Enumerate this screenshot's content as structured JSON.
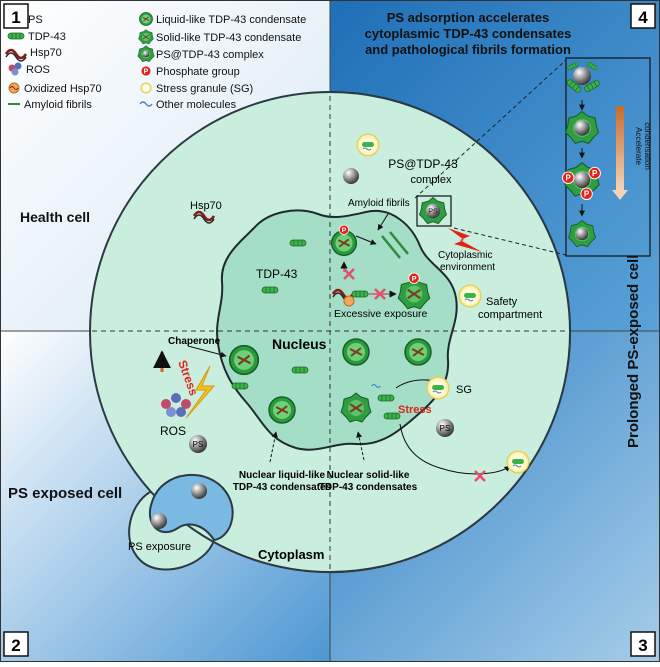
{
  "quadrants": [
    {
      "number": "1",
      "title": "Health cell"
    },
    {
      "number": "2",
      "title": "PS exposed cell"
    },
    {
      "number": "3",
      "title": "Prolonged PS-exposed cell"
    },
    {
      "number": "4",
      "title": "PS adsorption accelerates cytoplasmic TDP-43 condensates and pathological fibrils formation"
    }
  ],
  "legend": {
    "left": [
      "PS",
      "TDP-43",
      "Hsp70",
      "ROS",
      "Oxidized Hsp70",
      "Amyloid fibrils"
    ],
    "right": [
      "Liquid-like TDP-43 condensate",
      "Solid-like TDP-43 condensate",
      "PS@TDP-43 complex",
      "Phosphate group",
      "Stress granule (SG)",
      "Other molecules"
    ]
  },
  "labels": {
    "hsp70": "Hsp70",
    "tdp43": "TDP-43",
    "amyloid_fibrils": "Amyloid fibrils",
    "ps_complex": "PS@TDP-43",
    "complex": "complex",
    "ps": "PS",
    "cytoplasmic_env_1": "Cytoplasmic",
    "cytoplasmic_env_2": "environment",
    "excessive_exposure": "Excessive exposure",
    "safety_1": "Safety",
    "safety_2": "compartment",
    "chaperone": "Chaperone",
    "stress": "Stress",
    "ros": "ROS",
    "nucleus": "Nucleus",
    "sg": "SG",
    "nuclear_liquid_1": "Nuclear liquid-like",
    "nuclear_liquid_2": "TDP-43 condensates",
    "nuclear_solid_1": "Nuclear solid-like",
    "nuclear_solid_2": "TDP-43 condensates",
    "ps_exposure": "PS exposure",
    "cytoplasm": "Cytoplasm",
    "accelerate_1": "Accelerate",
    "accelerate_2": "condensation",
    "phosphate": "P"
  },
  "colors": {
    "q1_bg": "#f2f7fc",
    "q2_bg": "#b9d9ee",
    "q3_bg": "#3f8fcf",
    "q4_bg": "#2f80c6",
    "cell": "#c9eedd",
    "nucleus": "#a4dec7",
    "green": "#3cb34a",
    "stress_red": "#e2231a"
  }
}
